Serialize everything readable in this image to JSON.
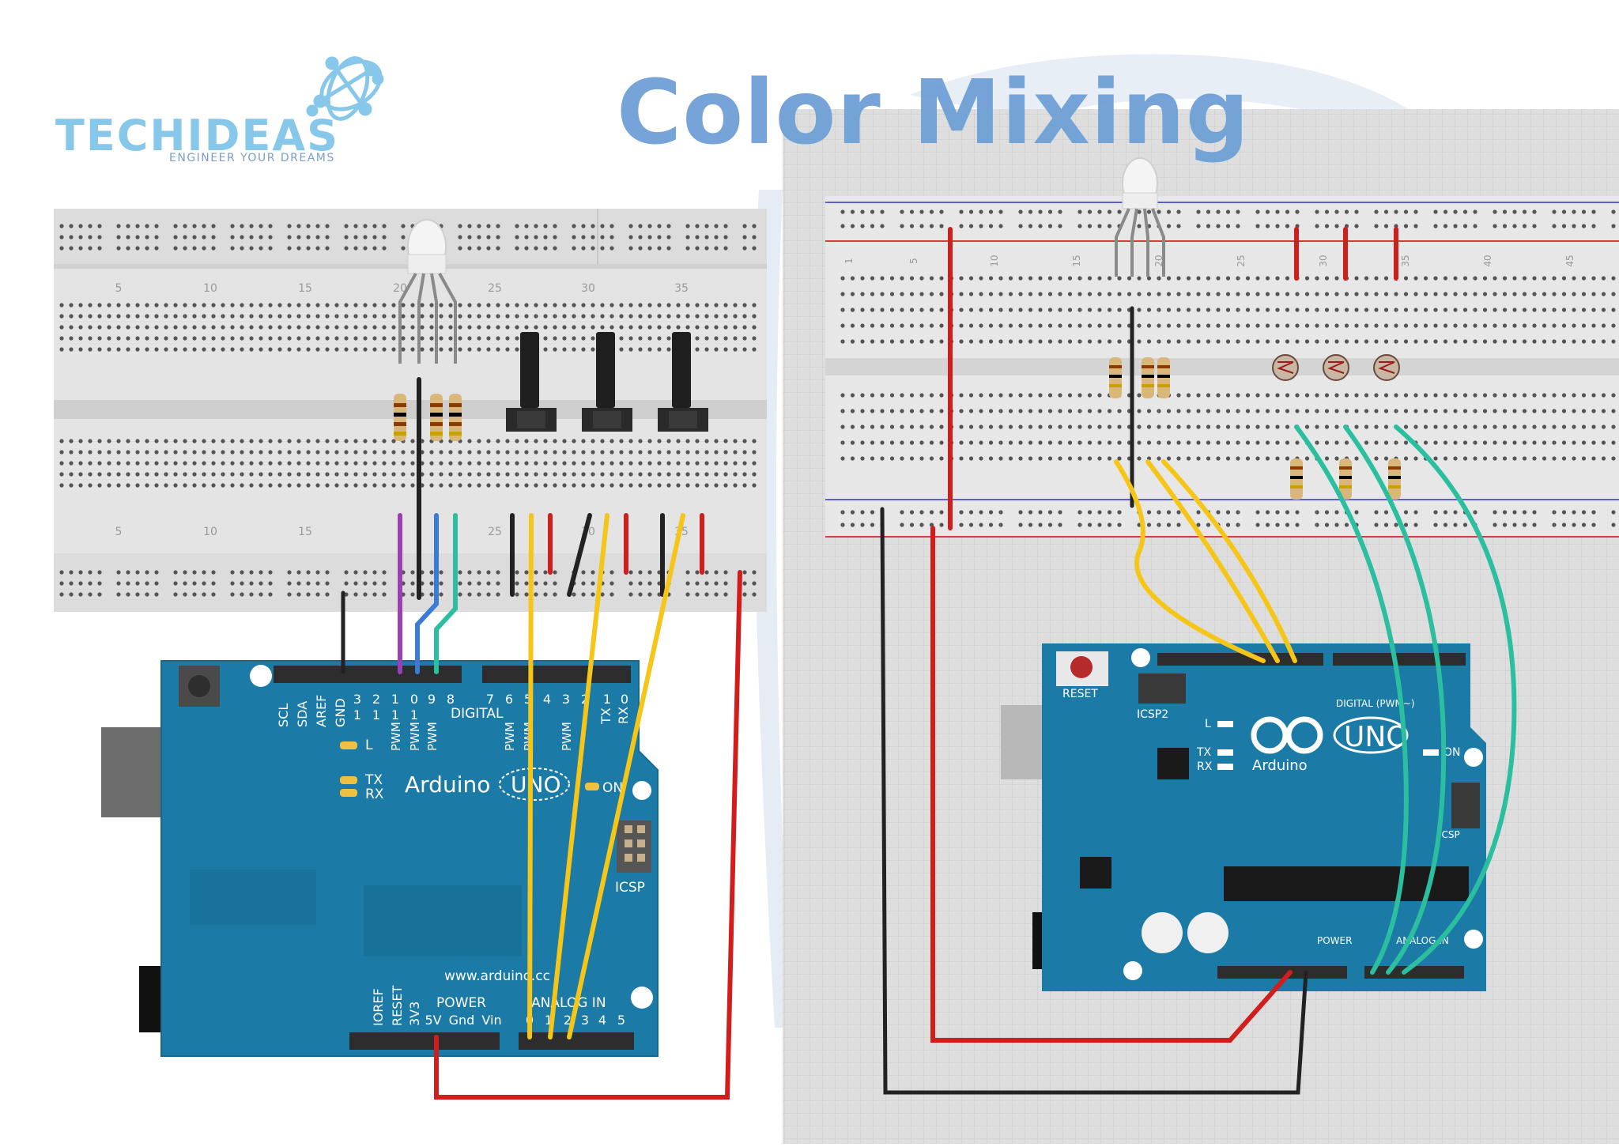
{
  "title": "Color Mixing",
  "logo": {
    "name": "TECHIDEAS",
    "tagline": "ENGINEER YOUR DREAMS",
    "icon": "molecule-network-icon"
  },
  "colors": {
    "title": "#6fa0d6",
    "logo": "#86c7ea",
    "board": "#1b7aa6",
    "wire_yellow": "#f5c518",
    "wire_red": "#d21d1d",
    "wire_black": "#222222",
    "wire_teal": "#2bbfa0",
    "wire_blue": "#3a7bd5",
    "wire_purple": "#9b3fb5"
  },
  "left_board": {
    "brand": "Arduino",
    "model": "UNO",
    "website": "www.arduino.cc",
    "labels": {
      "digital": "DIGITAL",
      "power": "POWER",
      "analog_in": "ANALOG IN",
      "icsp": "ICSP",
      "on": "ON",
      "l": "L",
      "tx": "TX",
      "rx": "RX"
    },
    "top_pins": [
      "SCL",
      "SDA",
      "AREF",
      "GND",
      "13",
      "12",
      "11",
      "10",
      "9",
      "8"
    ],
    "top_digits": [
      "3",
      "2",
      "1",
      "0",
      "9",
      "8"
    ],
    "top_digits_sub": [
      "1",
      "1",
      "1",
      "1"
    ],
    "right_digits": [
      "7",
      "6",
      "5",
      "4",
      "3",
      "2",
      "1",
      "0"
    ],
    "pwm_labels": [
      "PWM",
      "PWM",
      "PWM",
      "PWM",
      "PWM",
      "PWM"
    ],
    "tx_rx": [
      "TX",
      "RX"
    ],
    "power_pins": [
      "IOREF",
      "RESET",
      "3V3",
      "5V",
      "Gnd",
      "Vin"
    ],
    "analog_pins": [
      "0",
      "1",
      "2",
      "3",
      "4",
      "5"
    ]
  },
  "breadboard_numbers_left": [
    "5",
    "10",
    "15",
    "20",
    "25",
    "30",
    "35"
  ],
  "breadboard_numbers_right": [
    "1",
    "5",
    "10",
    "15",
    "20",
    "25",
    "30",
    "35",
    "40",
    "45"
  ],
  "right_board": {
    "brand": "Arduino",
    "model": "UNO",
    "reset": "RESET",
    "icsp2": "ICSP2",
    "icsp": "ICSP",
    "digital": "DIGITAL (PWM~)",
    "power": "POWER",
    "analog_in": "ANALOG IN",
    "l": "L",
    "tx": "TX",
    "rx": "RX",
    "on": "ON"
  }
}
